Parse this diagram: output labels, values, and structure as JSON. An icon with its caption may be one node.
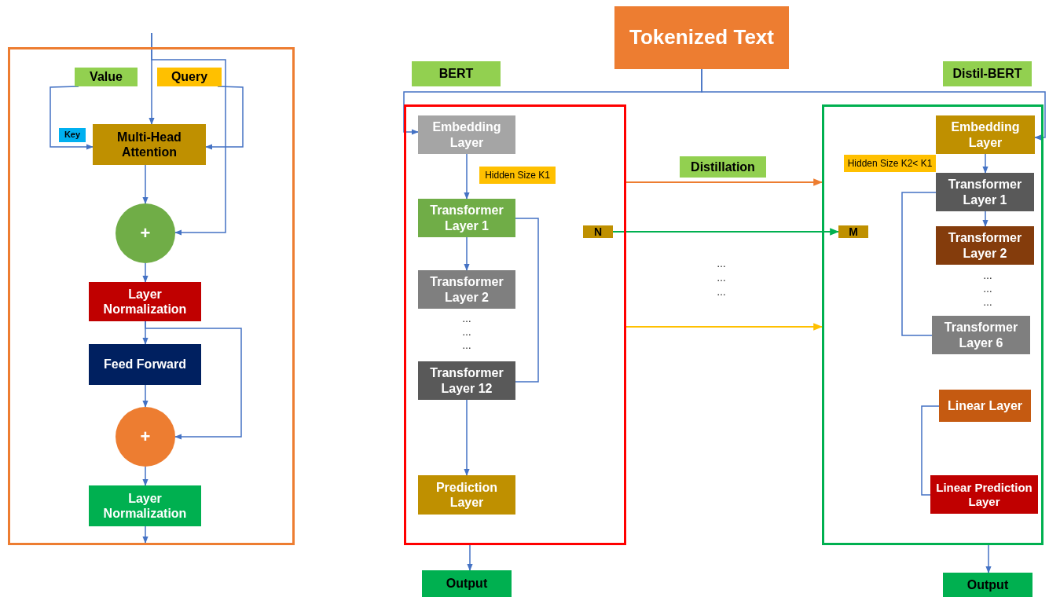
{
  "diagram": {
    "nodes": [
      {
        "text": [],
        "shape": "box"
      },
      {
        "text": [
          "Value"
        ],
        "in": 0
      },
      {
        "text": [
          "Query"
        ],
        "in": 0
      },
      {
        "text": [
          "Key"
        ],
        "in": 0
      },
      {
        "text": [
          "Multi-Head Attention"
        ],
        "in": 0
      },
      {
        "text": [
          "+"
        ],
        "in": 0
      },
      {
        "text": [
          "Layer Normalization"
        ],
        "in": 0
      },
      {
        "text": [
          "Feed Forward"
        ],
        "in": 0
      },
      {
        "text": [
          "+"
        ],
        "in": 0
      },
      {
        "text": [
          "Layer Normalization"
        ],
        "in": 0
      },
      {
        "text": [
          "Tokenized Text"
        ]
      },
      {
        "text": [
          "BERT"
        ]
      },
      {
        "text": [],
        "shape": "box"
      },
      {
        "text": [
          "Embedding Layer"
        ],
        "in": 12
      },
      {
        "text": [
          "Hidden Size K1"
        ],
        "in": 12
      },
      {
        "text": [
          "Transformer Layer 1"
        ],
        "in": 12
      },
      {
        "text": [
          "Transformer Layer 2"
        ],
        "in": 12
      },
      {
        "text": [
          "Transformer Layer 12"
        ],
        "in": 12
      },
      {
        "text": [
          "Prediction Layer"
        ],
        "in": 12
      },
      {
        "text": [
          "Output"
        ]
      },
      {
        "text": [
          "Distil-BERT"
        ]
      },
      {
        "text": [],
        "shape": "box"
      },
      {
        "text": [
          "Embedding Layer"
        ],
        "in": 21
      },
      {
        "text": [
          "Hidden Size K2< K1"
        ],
        "in": 21
      },
      {
        "text": [
          "Transformer Layer 1"
        ],
        "in": 21
      },
      {
        "text": [
          "Transformer Layer 2"
        ],
        "in": 21
      },
      {
        "text": [
          "Transformer Layer 6"
        ],
        "in": 21
      },
      {
        "text": [
          "Linear Layer"
        ],
        "in": 21
      },
      {
        "text": [
          "Linear Prediction Layer"
        ],
        "in": 21
      },
      {
        "text": [
          "Output"
        ]
      },
      {
        "text": [
          "N"
        ],
        "in": 12
      },
      {
        "text": [
          "M"
        ],
        "in": 21
      },
      {
        "text": [
          "Distillation"
        ]
      }
    ],
    "edges": [
      {
        "from": null,
        "to": 4,
        "arrow": "to"
      },
      {
        "from": 1,
        "to": 4,
        "arrow": "to"
      },
      {
        "from": 2,
        "to": 4,
        "arrow": "to"
      },
      {
        "from": null,
        "to": 5,
        "arrow": "to"
      },
      {
        "from": 4,
        "to": 5,
        "arrow": "to"
      },
      {
        "from": 5,
        "to": 6,
        "arrow": "to"
      },
      {
        "from": 6,
        "to": 7,
        "arrow": "to"
      },
      {
        "from": 6,
        "to": 8,
        "arrow": "to"
      },
      {
        "from": 7,
        "to": 8,
        "arrow": "to"
      },
      {
        "from": 8,
        "to": 9,
        "arrow": "to"
      },
      {
        "from": 9,
        "to": null,
        "arrow": "to"
      },
      {
        "from": 10,
        "to": 13,
        "arrow": "to"
      },
      {
        "from": 10,
        "to": 22,
        "arrow": "to"
      },
      {
        "from": 13,
        "to": 15,
        "arrow": "to"
      },
      {
        "from": 15,
        "to": 16,
        "arrow": "to"
      },
      {
        "from": 15,
        "to": 17,
        "arrow": "none"
      },
      {
        "from": 17,
        "to": 18,
        "arrow": "to"
      },
      {
        "from": 12,
        "to": 19,
        "arrow": "to"
      },
      {
        "from": 22,
        "to": 24,
        "arrow": "to"
      },
      {
        "from": 24,
        "to": 25,
        "arrow": "to"
      },
      {
        "from": 24,
        "to": 26,
        "arrow": "none"
      },
      {
        "from": 27,
        "to": 28,
        "arrow": "none"
      },
      {
        "from": 21,
        "to": 29,
        "arrow": "to"
      },
      {
        "from": 12,
        "to": 21,
        "arrow": "to",
        "color": "#ed7d31"
      },
      {
        "from": 30,
        "to": 31,
        "arrow": "to",
        "color": "#00b050"
      },
      {
        "from": 12,
        "to": 21,
        "arrow": "to",
        "color": "#ffc000"
      }
    ],
    "labels": [
      "…",
      "…",
      "…",
      "…",
      "…",
      "…",
      "…",
      "…",
      "…"
    ]
  }
}
